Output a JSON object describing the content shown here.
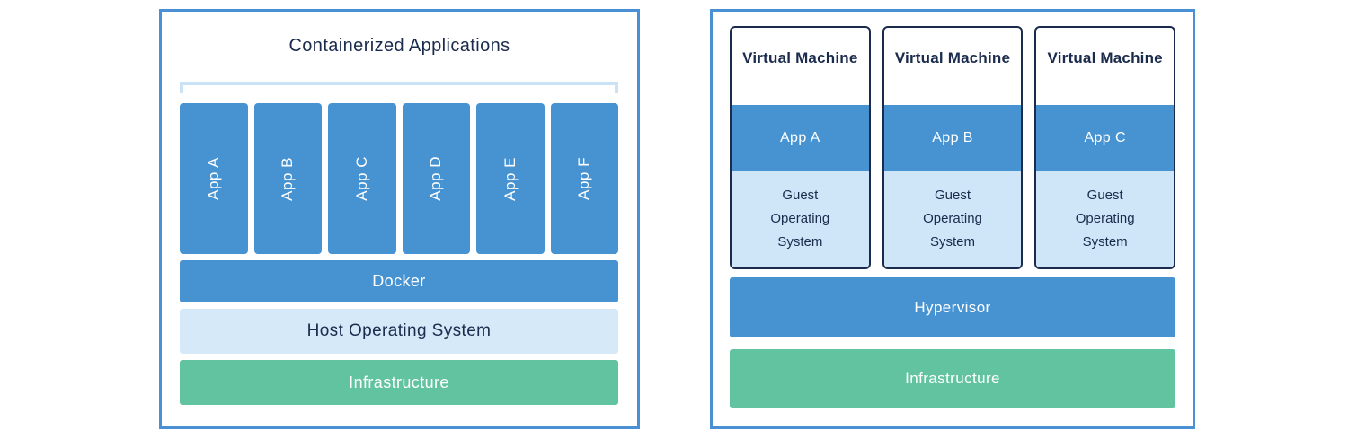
{
  "left_panel": {
    "title": "Containerized Applications",
    "apps": [
      "App A",
      "App B",
      "App C",
      "App D",
      "App E",
      "App F"
    ],
    "layers": [
      {
        "label": "Docker"
      },
      {
        "label": "Host Operating System"
      },
      {
        "label": "Infrastructure"
      }
    ]
  },
  "right_panel": {
    "vms": [
      {
        "title": "Virtual Machine",
        "app": "App A",
        "os": "Guest Operating System"
      },
      {
        "title": "Virtual Machine",
        "app": "App B",
        "os": "Guest Operating System"
      },
      {
        "title": "Virtual Machine",
        "app": "App C",
        "os": "Guest Operating System"
      }
    ],
    "layers": [
      {
        "label": "Hypervisor"
      },
      {
        "label": "Infrastructure"
      }
    ]
  },
  "colors": {
    "panel_border": "#4a90d5",
    "blue": "#4793d2",
    "light_blue": "#d6e9f8",
    "guest_blue": "#cee6f7",
    "green": "#61c3a0",
    "navy_text": "#1b2b4d",
    "bracket": "#cbe2f5"
  }
}
